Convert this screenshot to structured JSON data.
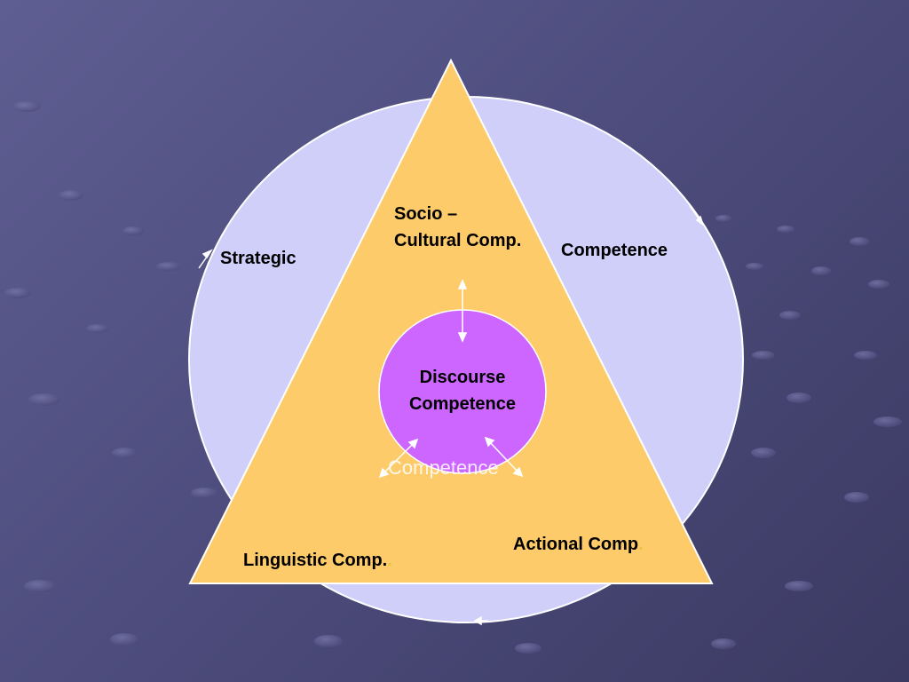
{
  "slide": {
    "background_color": "#565588",
    "circle_color": "#cfcffa",
    "triangle_color": "#fecb6a",
    "center_color": "#cc66ff"
  },
  "labels": {
    "strategic": "Strategic",
    "competence_right": "Competence",
    "socio_line1": "Socio –",
    "socio_line2": "Cultural Comp.",
    "discourse_line1": "Discourse",
    "discourse_line2": "Competence",
    "ghost_competence": "Competence",
    "linguistic": "Linguistic Comp.",
    "linguistic_dot": ".",
    "actional": "Actional Comp",
    "actional_dot": "."
  }
}
